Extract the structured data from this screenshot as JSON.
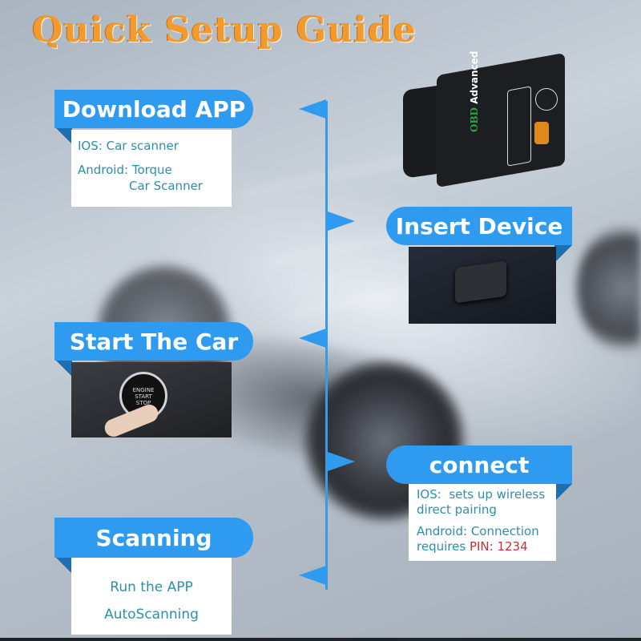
{
  "title": "Quick Setup Guide",
  "colors": {
    "accent_blue": "#2f9bf0",
    "title_orange": "#f39a2e",
    "body_teal": "#2d8fa8",
    "pin_red": "#c0303a"
  },
  "device": {
    "brand": "OBD",
    "model": "Advanced"
  },
  "steps": [
    {
      "id": "download-app",
      "title": "Download APP",
      "lines": [
        {
          "label": "IOS:",
          "text": "Car scanner"
        },
        {
          "label": "Android:",
          "text": "Torque"
        },
        {
          "label": "",
          "text": "Car Scanner"
        }
      ]
    },
    {
      "id": "insert-device",
      "title": "Insert Device",
      "image": "obd-device-plugged-in"
    },
    {
      "id": "start-the-car",
      "title": "Start The Car",
      "image": "engine-start-stop-button",
      "button_text": [
        "ENGINE",
        "START",
        "STOP"
      ]
    },
    {
      "id": "connect",
      "title": "connect",
      "lines": [
        {
          "label": "IOS:",
          "text": "sets up wireless"
        },
        {
          "label": "",
          "text": "direct pairing"
        },
        {
          "label": "Android:",
          "text": "Connection"
        },
        {
          "label": "",
          "text": "requires",
          "highlight": "PIN: 1234"
        }
      ]
    },
    {
      "id": "scanning",
      "title": "Scanning",
      "lines": [
        {
          "text": "Run the APP"
        },
        {
          "text": "AutoScanning"
        }
      ]
    }
  ]
}
